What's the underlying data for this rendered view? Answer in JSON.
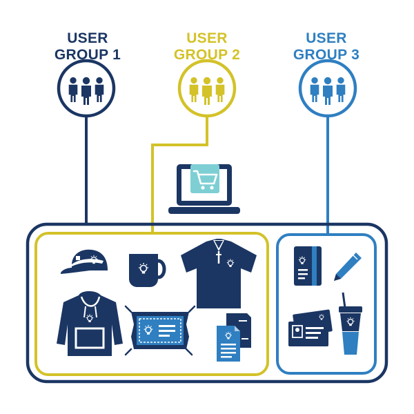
{
  "groups": [
    {
      "line1": "USER",
      "line2": "GROUP 1",
      "color": "#1b3663"
    },
    {
      "line1": "USER",
      "line2": "GROUP 2",
      "color": "#d3c229"
    },
    {
      "line1": "USER",
      "line2": "GROUP 3",
      "color": "#2f7fc1"
    }
  ],
  "colors": {
    "navy": "#1b3663",
    "yellow": "#d3c229",
    "blue": "#2f7fc1",
    "teal": "#7ecfd4"
  },
  "icons": {
    "user_groups": [
      "people-group-icon",
      "people-group-icon",
      "people-group-icon"
    ],
    "center": "laptop-shopping-cart-icon",
    "group2_items": [
      "cap-icon",
      "mug-icon",
      "polo-shirt-icon",
      "hoodie-icon",
      "banner-icon",
      "documents-icon"
    ],
    "group3_items": [
      "notebook-icon",
      "pen-icon",
      "business-cards-icon",
      "tumbler-icon"
    ]
  }
}
